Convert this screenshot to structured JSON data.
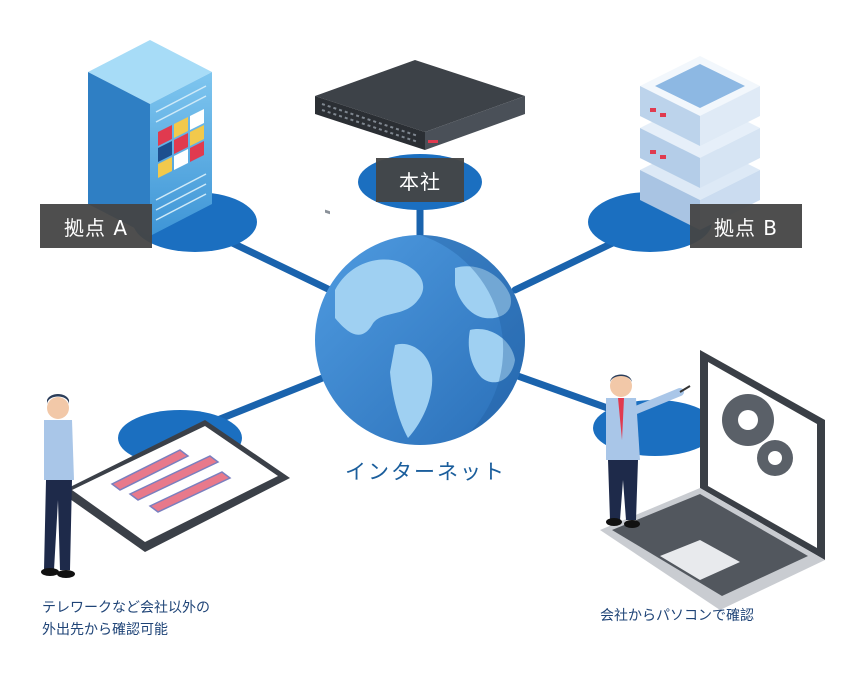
{
  "nodes": {
    "honsha": "本社",
    "kyoten_a": "拠点 A",
    "kyoten_b": "拠点 B"
  },
  "center": {
    "label": "インターネット"
  },
  "captions": {
    "telework_line1": "テレワークなど会社以外の",
    "telework_line2": "外出先から確認可能",
    "pc": "会社からパソコンで確認"
  },
  "colors": {
    "hub_blue": "#1b6fc0",
    "line_blue": "#1a63ad",
    "label_bg": "#444444",
    "caption_text": "#1f4477"
  },
  "icons": {
    "server_a": "server-rack-icon",
    "headquarters": "network-switch-icon",
    "server_b": "server-stack-icon",
    "globe": "globe-icon",
    "tablet": "tablet-icon",
    "laptop": "laptop-icon"
  }
}
